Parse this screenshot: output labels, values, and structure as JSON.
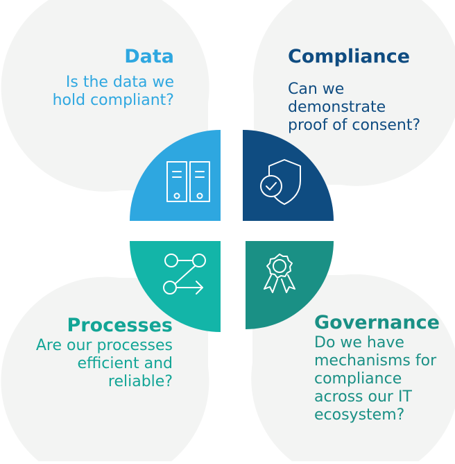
{
  "colors": {
    "bubble": "#f3f4f3",
    "data": "#2ea7e0",
    "compliance": "#0f4c81",
    "processes": "#13b5a8",
    "governance": "#1a9085"
  },
  "quadrants": {
    "data": {
      "title": "Data",
      "lines": [
        "Is the data we",
        "hold compliant?"
      ],
      "icon": "server-icon"
    },
    "compliance": {
      "title": "Compliance",
      "lines": [
        "Can we",
        "demonstrate",
        "proof of consent?"
      ],
      "icon": "shield-check-icon"
    },
    "processes": {
      "title": "Processes",
      "lines": [
        "Are our processes",
        "efficient and",
        "reliable?"
      ],
      "icon": "workflow-icon"
    },
    "governance": {
      "title": "Governance",
      "lines": [
        "Do we have",
        "mechanisms for",
        "compliance",
        "across our IT",
        "ecosystem?"
      ],
      "icon": "award-ribbon-icon"
    }
  }
}
